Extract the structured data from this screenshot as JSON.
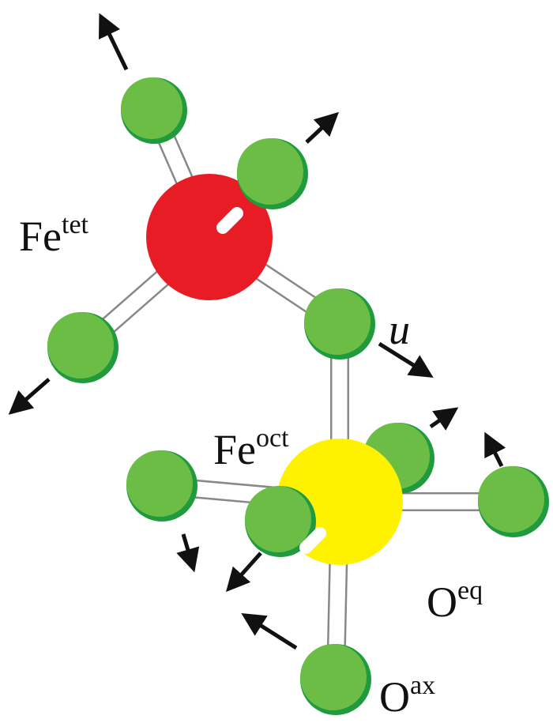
{
  "labels": {
    "fe_tet": {
      "base": "Fe",
      "sup": "tet"
    },
    "fe_oct": {
      "base": "Fe",
      "sup": "oct"
    },
    "o_eq": {
      "base": "O",
      "sup": "eq"
    },
    "o_ax": {
      "base": "O",
      "sup": "ax"
    },
    "u": "u"
  },
  "colors": {
    "fe_tet": "#e81c24",
    "fe_oct": "#fff200",
    "oxygen": "#6cbd45",
    "oxygen_shade": "#1f9a3c",
    "bond": "#ffffff",
    "arrow": "#111111"
  }
}
